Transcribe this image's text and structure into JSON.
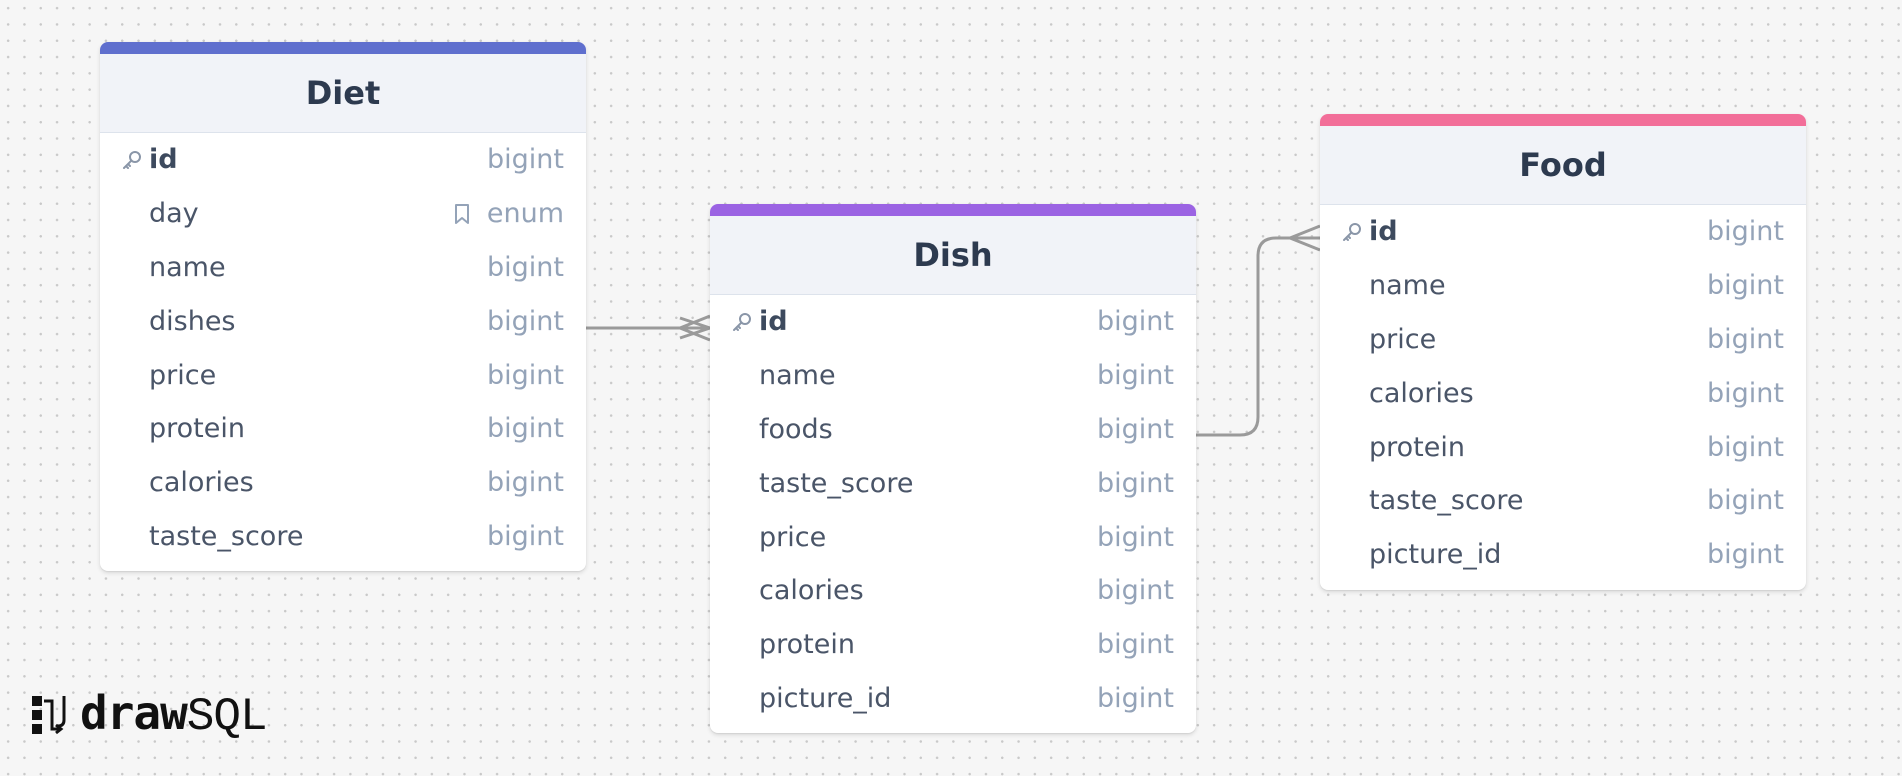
{
  "colors": {
    "diet_accent": "#5f6fce",
    "dish_accent": "#9b63e3",
    "food_accent": "#f26e99",
    "connector": "#9a9a9a",
    "background": "#f6f6f6"
  },
  "tables": {
    "diet": {
      "name": "Diet",
      "fields": [
        {
          "name": "id",
          "type": "bigint",
          "pk": true,
          "icon": "key-icon"
        },
        {
          "name": "day",
          "type": "enum",
          "icon": "bookmark-icon"
        },
        {
          "name": "name",
          "type": "bigint"
        },
        {
          "name": "dishes",
          "type": "bigint"
        },
        {
          "name": "price",
          "type": "bigint"
        },
        {
          "name": "protein",
          "type": "bigint"
        },
        {
          "name": "calories",
          "type": "bigint"
        },
        {
          "name": "taste_score",
          "type": "bigint"
        }
      ]
    },
    "dish": {
      "name": "Dish",
      "fields": [
        {
          "name": "id",
          "type": "bigint",
          "pk": true,
          "icon": "key-icon"
        },
        {
          "name": "name",
          "type": "bigint"
        },
        {
          "name": "foods",
          "type": "bigint"
        },
        {
          "name": "taste_score",
          "type": "bigint"
        },
        {
          "name": "price",
          "type": "bigint"
        },
        {
          "name": "calories",
          "type": "bigint"
        },
        {
          "name": "protein",
          "type": "bigint"
        },
        {
          "name": "picture_id",
          "type": "bigint"
        }
      ]
    },
    "food": {
      "name": "Food",
      "fields": [
        {
          "name": "id",
          "type": "bigint",
          "pk": true,
          "icon": "key-icon"
        },
        {
          "name": "name",
          "type": "bigint"
        },
        {
          "name": "price",
          "type": "bigint"
        },
        {
          "name": "calories",
          "type": "bigint"
        },
        {
          "name": "protein",
          "type": "bigint"
        },
        {
          "name": "taste_score",
          "type": "bigint"
        },
        {
          "name": "picture_id",
          "type": "bigint"
        }
      ]
    }
  },
  "relations": [
    {
      "from": "Diet.dishes",
      "to": "Dish.id",
      "cardinality": "many"
    },
    {
      "from": "Dish.foods",
      "to": "Food.id",
      "cardinality": "many"
    }
  ],
  "logo": {
    "part1": "draw",
    "part2": "SQL"
  }
}
